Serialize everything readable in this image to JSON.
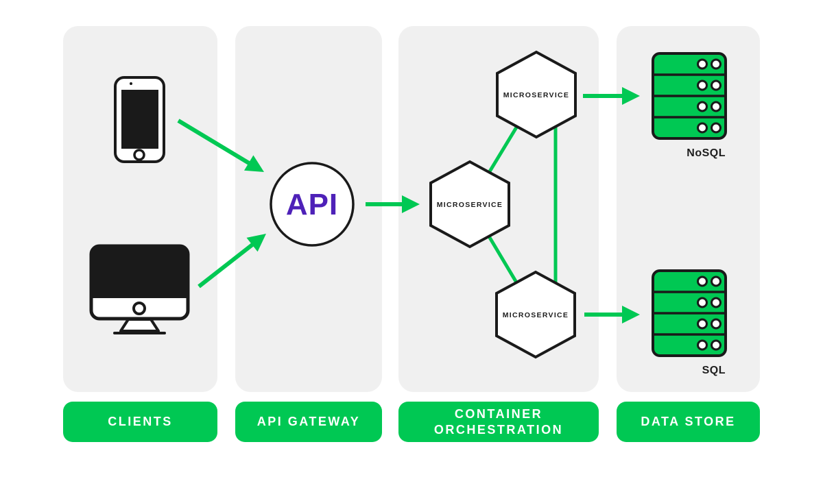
{
  "colors": {
    "green": "#00C853",
    "panel_bg": "#F0F0F0",
    "stroke": "#1A1A1A",
    "purple": "#4E21B8",
    "label_text": "#FFFFFF"
  },
  "columns": [
    {
      "id": "clients",
      "label": "CLIENTS"
    },
    {
      "id": "api-gateway",
      "label": "API GATEWAY"
    },
    {
      "id": "container-orchestration",
      "label": "CONTAINER ORCHESTRATION"
    },
    {
      "id": "data-store",
      "label": "DATA STORE"
    }
  ],
  "nodes": {
    "api": {
      "label": "API"
    },
    "microservice_top": {
      "label": "MICROSERVICE"
    },
    "microservice_middle": {
      "label": "MICROSERVICE"
    },
    "microservice_bottom": {
      "label": "MICROSERVICE"
    },
    "nosql": {
      "label": "NoSQL"
    },
    "sql": {
      "label": "SQL"
    }
  },
  "icons": [
    "smartphone-icon",
    "desktop-computer-icon",
    "api-circle-node",
    "hexagon-microservice-node",
    "server-stack-icon"
  ],
  "connections": [
    {
      "from": "smartphone",
      "to": "api",
      "type": "arrow"
    },
    {
      "from": "desktop-computer",
      "to": "api",
      "type": "arrow"
    },
    {
      "from": "api",
      "to": "microservice-middle",
      "type": "arrow"
    },
    {
      "from": "microservice-top",
      "to": "nosql-store",
      "type": "arrow"
    },
    {
      "from": "microservice-bottom",
      "to": "sql-store",
      "type": "arrow"
    },
    {
      "from": "microservice-middle",
      "to": "microservice-top",
      "type": "line"
    },
    {
      "from": "microservice-middle",
      "to": "microservice-bottom",
      "type": "line"
    },
    {
      "from": "microservice-top",
      "to": "microservice-bottom",
      "type": "line"
    }
  ]
}
